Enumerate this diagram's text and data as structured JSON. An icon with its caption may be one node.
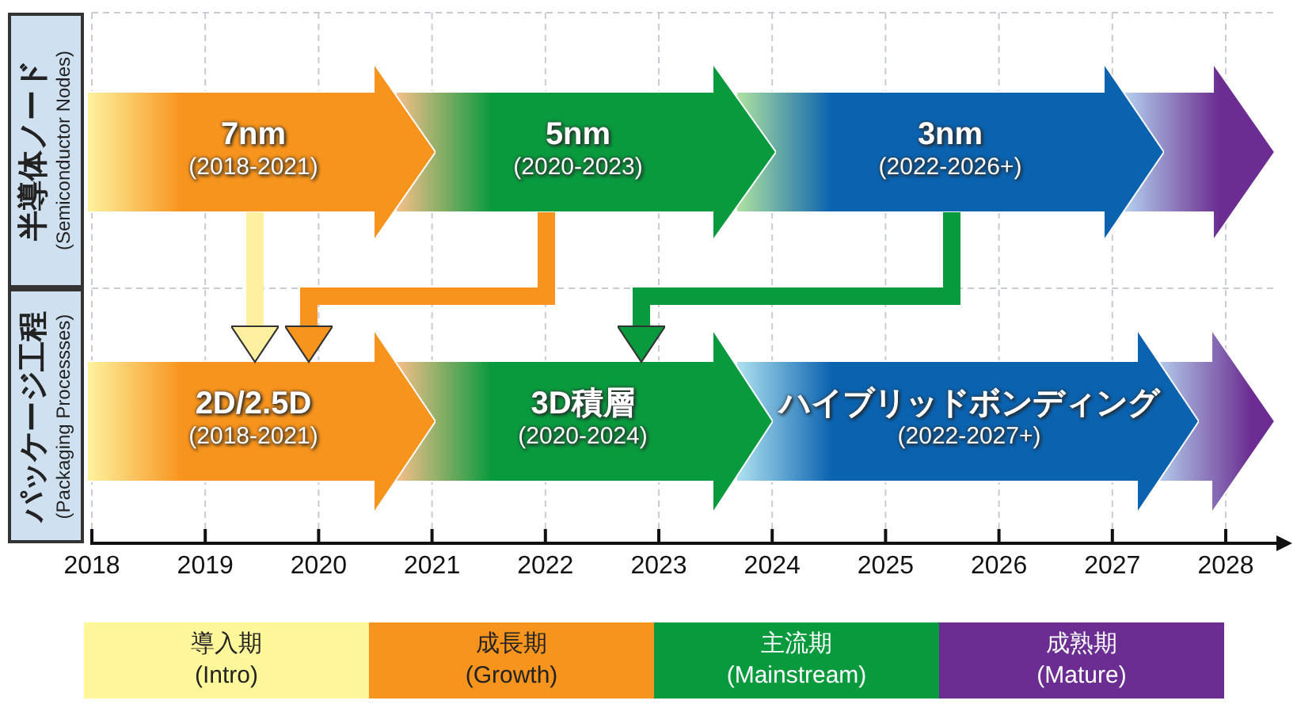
{
  "diagram": {
    "nodes": [
      {
        "text": [
          "半導体ノード",
          "(Semiconductor Nodes)"
        ]
      },
      {
        "text": [
          "パッケージ工程",
          "(Packaging Processses)"
        ]
      },
      {
        "text": [
          "7nm",
          "(2018-2021)"
        ]
      },
      {
        "text": [
          "5nm",
          "(2020-2023)"
        ]
      },
      {
        "text": [
          "3nm",
          "(2022-2026+)"
        ]
      },
      {
        "text": [],
        "shape": "arrow"
      },
      {
        "text": [
          "2D/2.5D",
          "(2018-2021)"
        ]
      },
      {
        "text": [
          "3D積層",
          "(2020-2024)"
        ]
      },
      {
        "text": [
          "ハイブリッドボンディング",
          "(2022-2027+)"
        ]
      },
      {
        "text": [],
        "shape": "arrow"
      }
    ],
    "edges": [
      {
        "from": 2,
        "to": 6,
        "arrow": "to",
        "color": "#fff0a0"
      },
      {
        "from": 3,
        "to": 6,
        "arrow": "to",
        "color": "#f7941d"
      },
      {
        "from": 4,
        "to": 7,
        "arrow": "to",
        "color": "#0a9a3e"
      }
    ],
    "labels": [
      "2018",
      "2019",
      "2020",
      "2021",
      "2022",
      "2023",
      "2024",
      "2025",
      "2026",
      "2027",
      "2028"
    ],
    "legend": [
      {
        "text": "導入期 (Intro)",
        "color": "#fff799"
      },
      {
        "text": "成長期 (Growth)",
        "color": "#f7941d"
      },
      {
        "text": "主流期 (Mainstream)",
        "color": "#0a9a3e"
      },
      {
        "text": "成熟期 (Mature)",
        "color": "#6b2d91"
      }
    ]
  }
}
